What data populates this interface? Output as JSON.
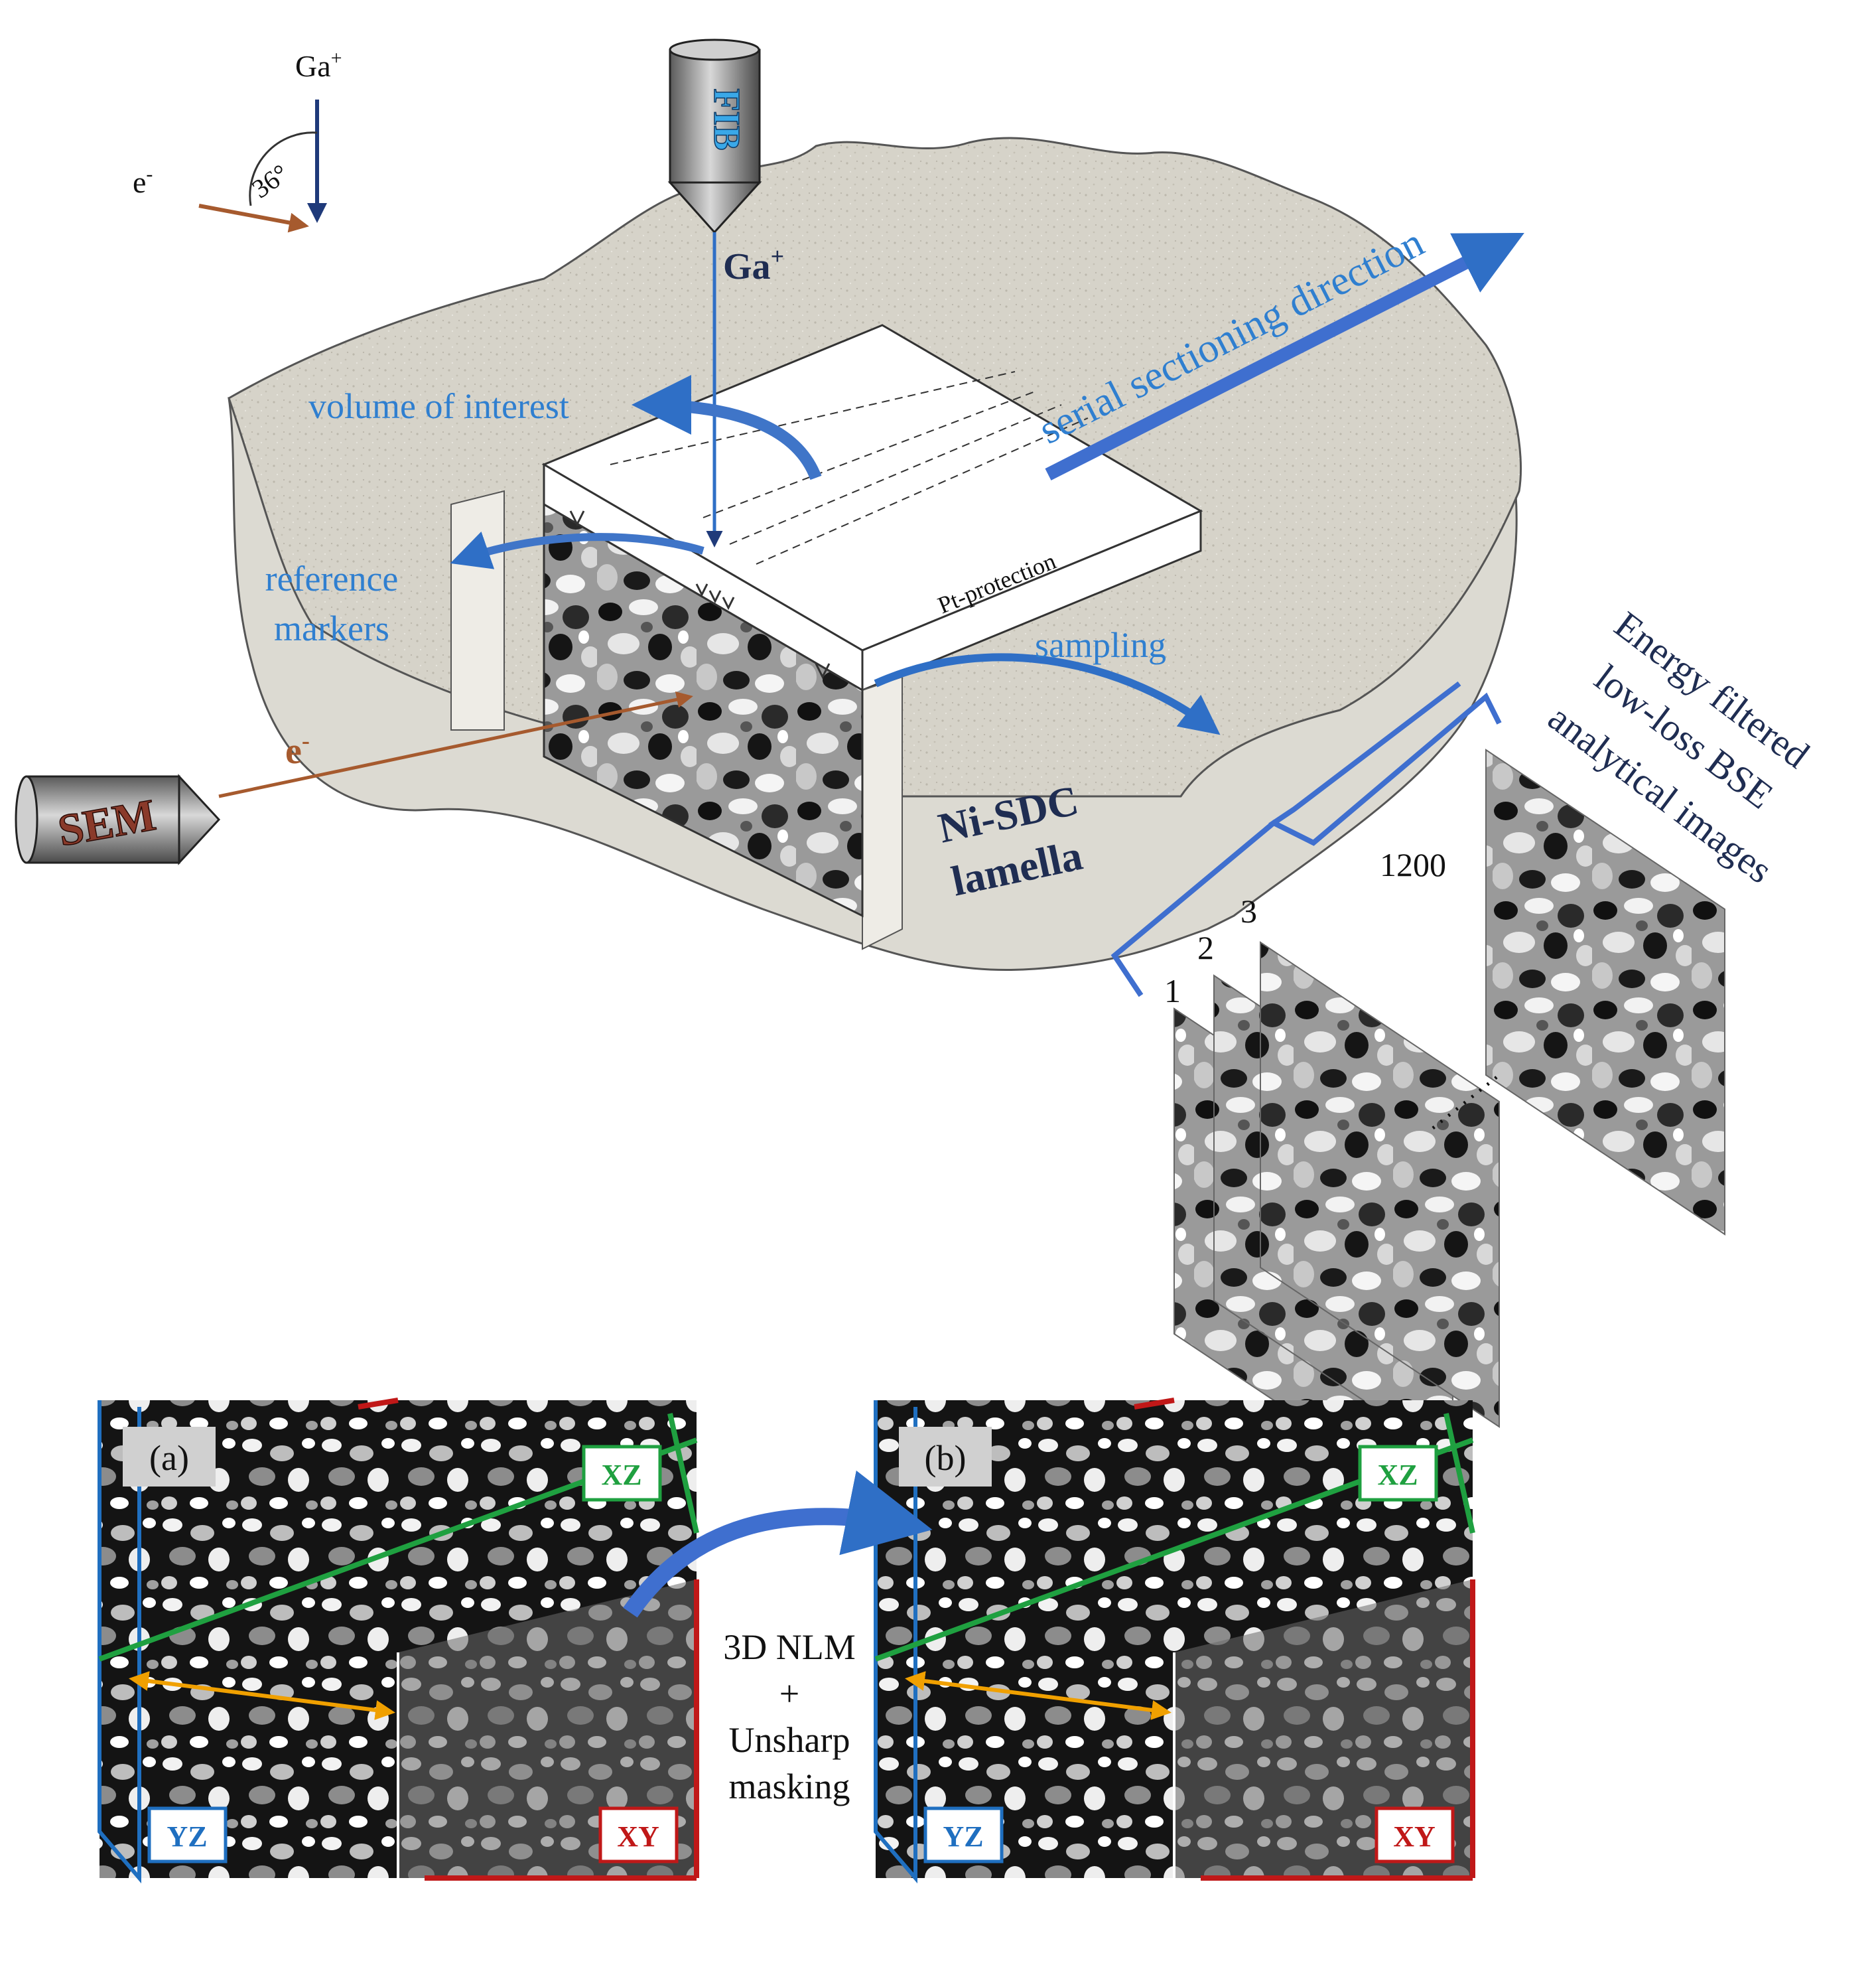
{
  "colors": {
    "accent_blue": "#2f6fc6",
    "label_blue": "#2f7fd0",
    "dark_navy": "#1f2d52",
    "electron_brown": "#a65a2e",
    "yz_blue": "#1f6fc0",
    "xz_green": "#1fa040",
    "xy_red": "#c01818",
    "arrow_orange": "#f0a000",
    "ground_gray": "#d9d7cf",
    "block_face": "#ffffff"
  },
  "icons": [
    "fib-column-icon",
    "sem-column-icon",
    "curved-arrow-icon",
    "bracket-icon"
  ],
  "geometry_legend": {
    "ga_label": "Ga",
    "ga_superscript": "+",
    "e_label": "e",
    "e_superscript": "-",
    "angle_label": "36°"
  },
  "instruments": {
    "fib": "FIB",
    "sem": "SEM"
  },
  "beams": {
    "ion": "Ga",
    "ion_superscript": "+",
    "electron": "e",
    "electron_superscript": "-"
  },
  "labels": {
    "serial_sectioning": "serial sectioning direction",
    "volume_of_interest": "volume of interest",
    "reference_markers_line1": "reference",
    "reference_markers_line2": "markers",
    "pt_protection": "Pt-protection",
    "sampling": "sampling",
    "lamella_line1": "Ni-SDC",
    "lamella_line2": "lamella",
    "energy_line1": "Energy filtered",
    "energy_line2": "low-loss BSE",
    "energy_line3": "analytical images"
  },
  "image_stack": {
    "numbers": [
      "1",
      "2",
      "3"
    ],
    "last": "1200"
  },
  "panels": {
    "a": {
      "label": "(a)",
      "xz": "XZ",
      "yz": "YZ",
      "xy": "XY"
    },
    "b": {
      "label": "(b)",
      "xz": "XZ",
      "yz": "YZ",
      "xy": "XY"
    }
  },
  "process": {
    "line1": "3D NLM",
    "line2": "+",
    "line3": "Unsharp",
    "line4": "masking"
  }
}
